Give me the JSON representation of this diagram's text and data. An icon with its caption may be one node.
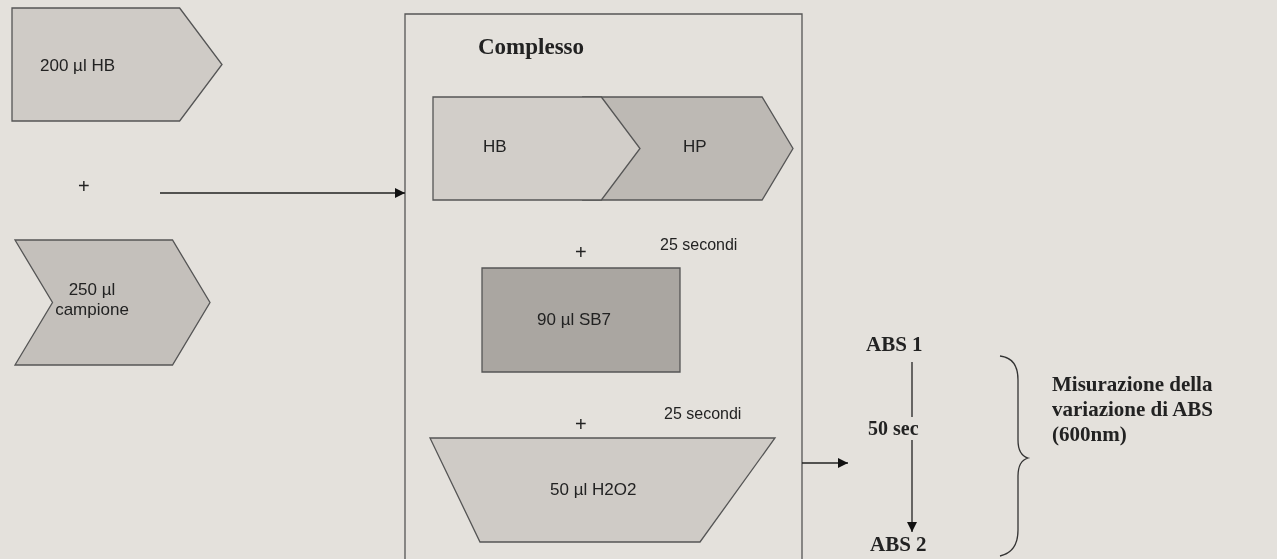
{
  "diagram": {
    "nodes": [
      {
        "text": [
          "200 µl HB"
        ]
      },
      {
        "text": [
          "250 µl campione"
        ]
      },
      {
        "text": [
          "Complesso"
        ]
      },
      {
        "text": [
          "HB"
        ],
        "in": 2
      },
      {
        "text": [
          "HP"
        ],
        "in": 2
      },
      {
        "text": [
          "90 µl SB7"
        ],
        "in": 2
      },
      {
        "text": [
          "50 µl H2O2"
        ],
        "in": 2
      },
      {
        "text": [
          "ABS 1"
        ]
      },
      {
        "text": [
          "ABS 2"
        ]
      }
    ],
    "edges": [
      {
        "from": null,
        "to": 2,
        "arrow": "to"
      },
      {
        "from": 2,
        "to": null,
        "arrow": "to"
      },
      {
        "from": 7,
        "to": 8,
        "arrow": "to",
        "label": "50 sec"
      }
    ],
    "labels": [
      "+",
      "+",
      "25 secondi",
      "+",
      "25 secondi",
      "Misurazione della variazione di ABS (600nm)"
    ]
  }
}
